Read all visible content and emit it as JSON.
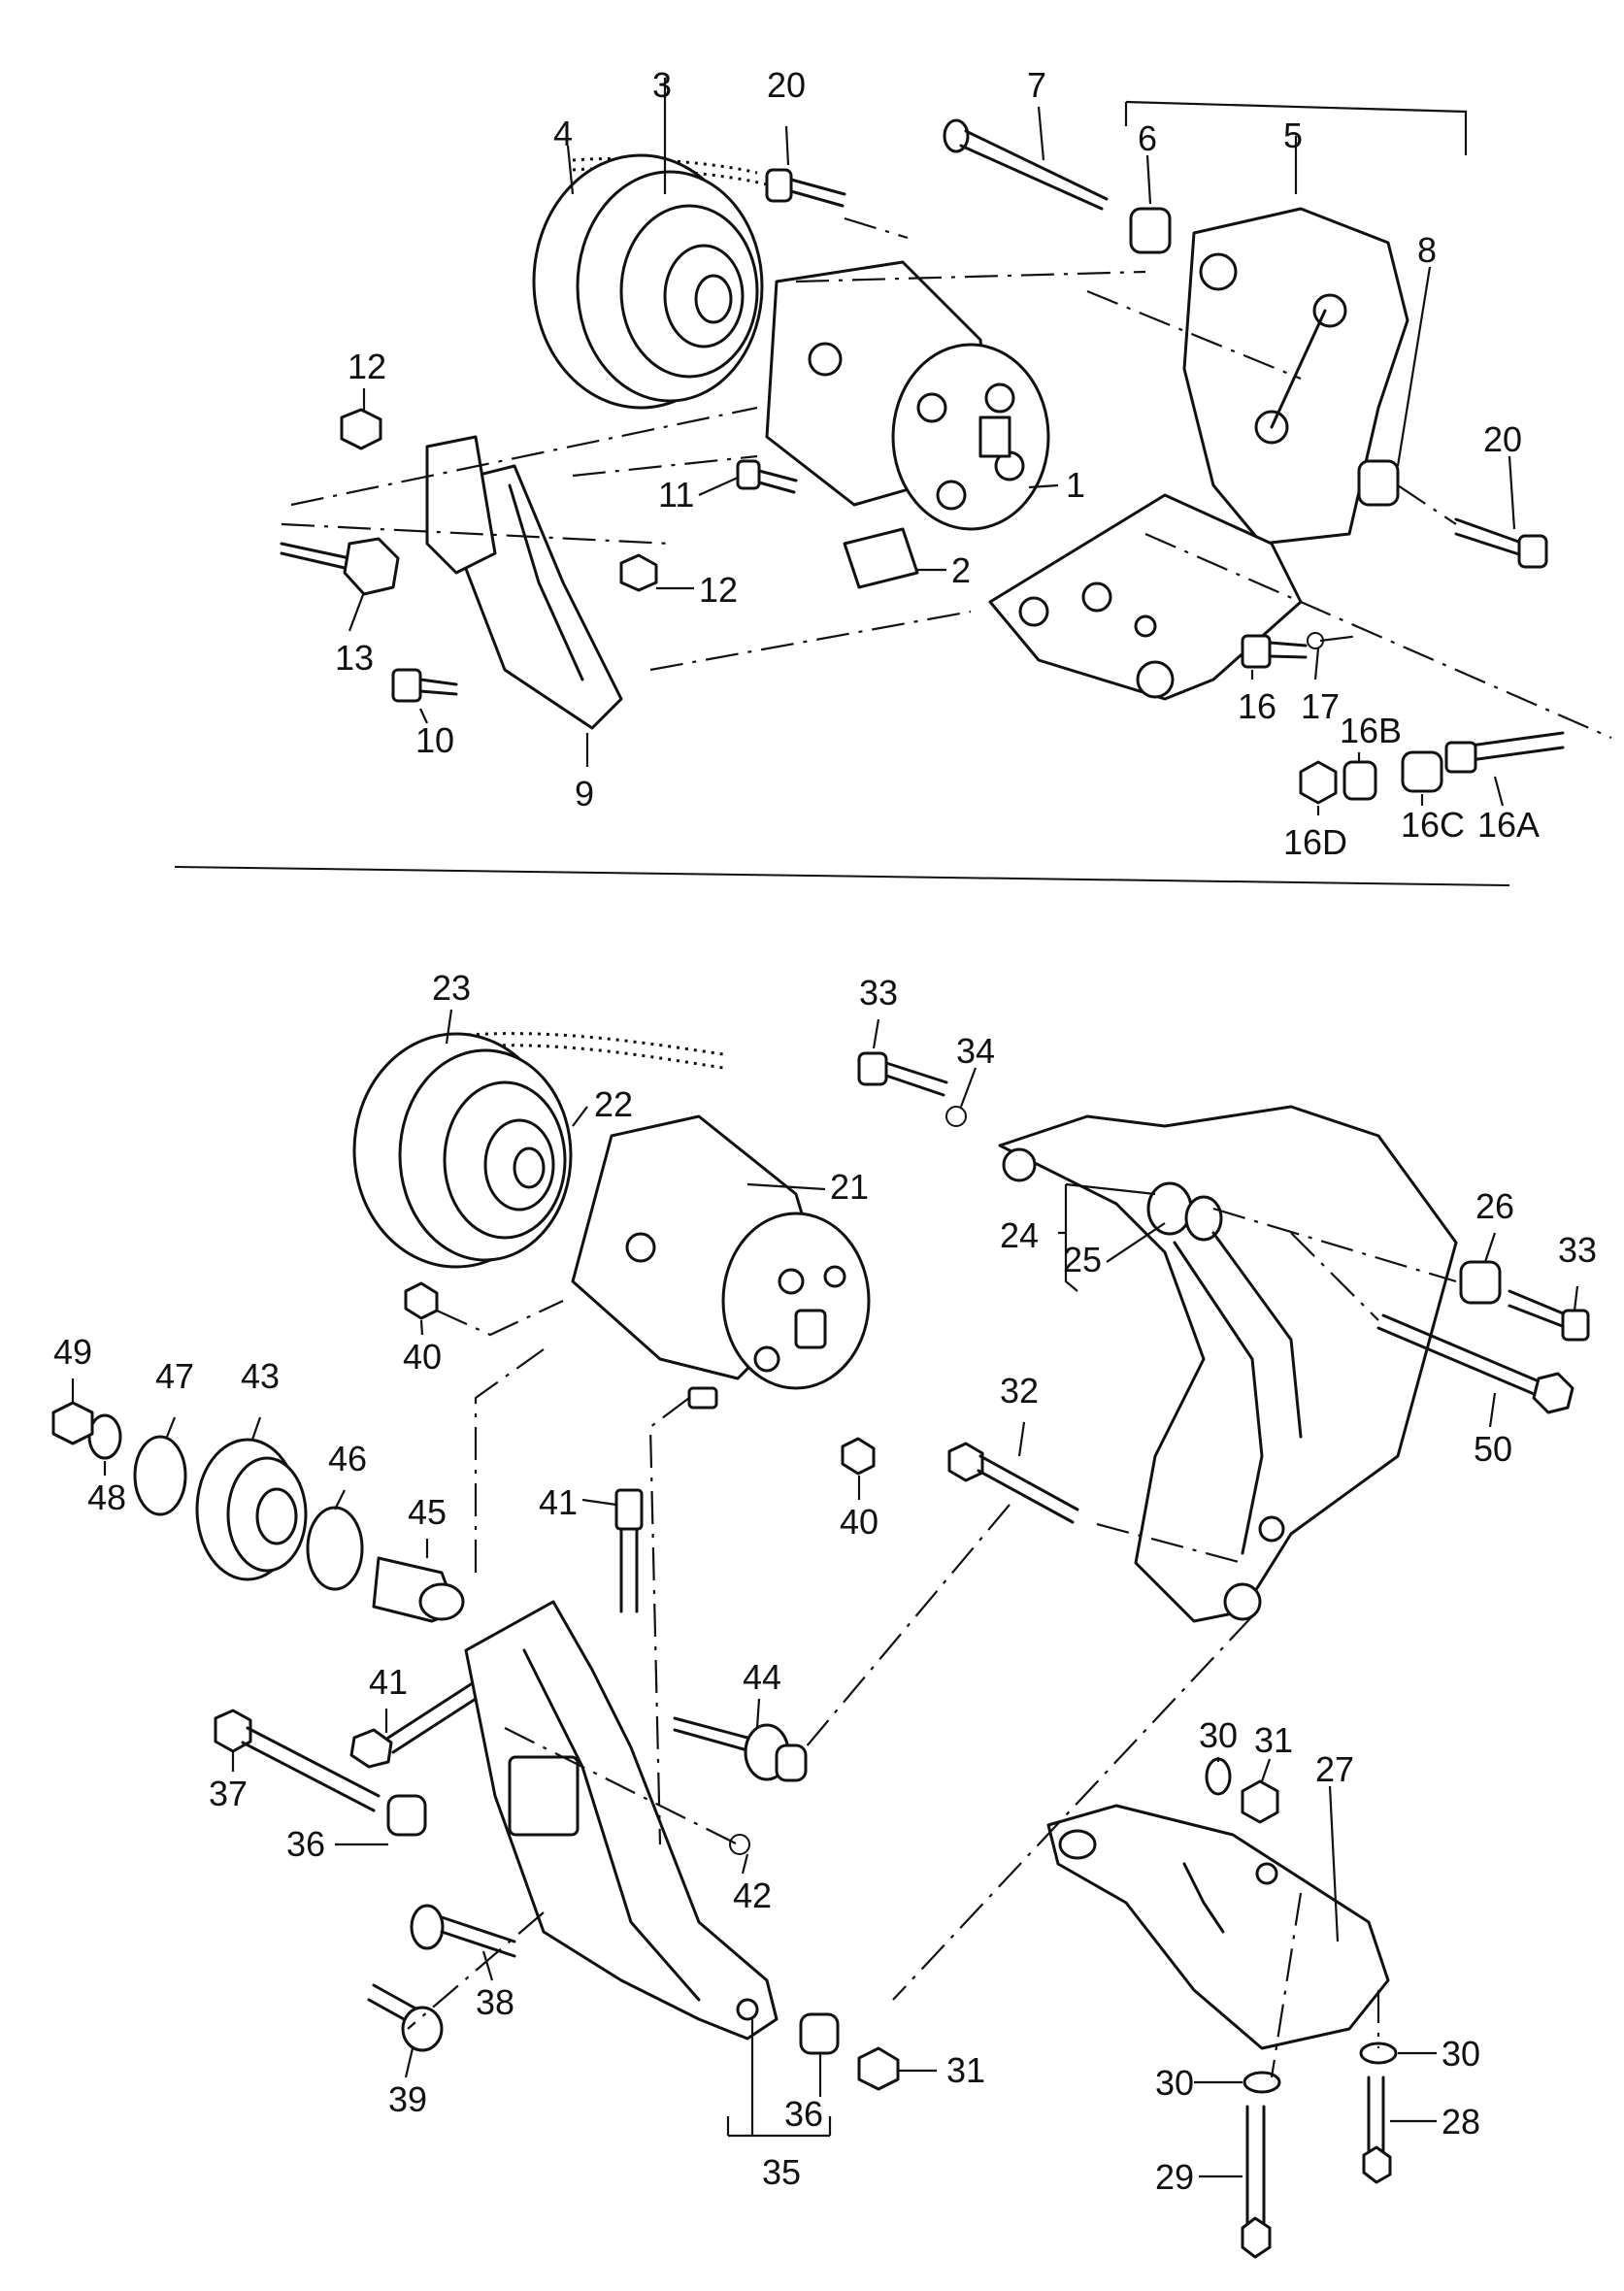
{
  "callouts_top": [
    "20",
    "3",
    "4",
    "7",
    "6",
    "5",
    "8",
    "12",
    "20",
    "11",
    "1",
    "2",
    "12",
    "13",
    "10",
    "9",
    "16",
    "17",
    "16B",
    "16D",
    "16C",
    "16A"
  ],
  "callouts_bottom": [
    "23",
    "33",
    "34",
    "22",
    "21",
    "26",
    "33",
    "24",
    "25",
    "49",
    "47",
    "43",
    "48",
    "46",
    "40",
    "32",
    "40",
    "50",
    "41",
    "45",
    "41",
    "44",
    "37",
    "30",
    "31",
    "27",
    "36",
    "42",
    "38",
    "39",
    "31",
    "30",
    "30",
    "28",
    "36",
    "35",
    "29"
  ]
}
